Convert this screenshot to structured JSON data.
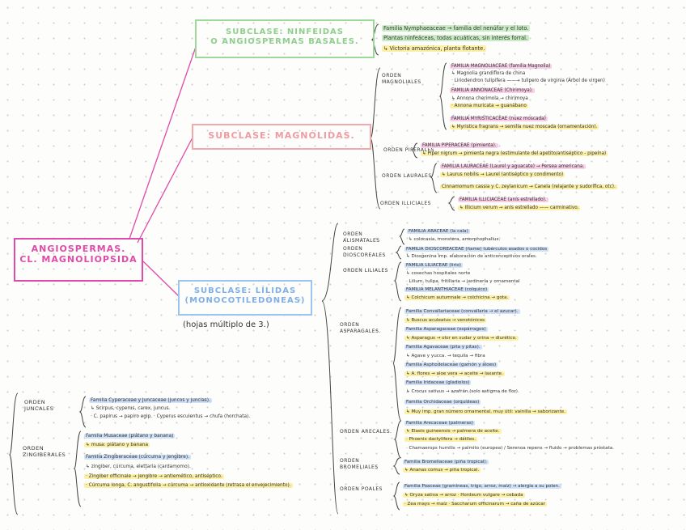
{
  "colors": {
    "pink": "#e04aa8",
    "green": "#9ed79c",
    "rose": "#f3a8ae",
    "blue": "#9cc4ef",
    "hl_green": "#c9ecc4",
    "hl_pink": "#f8cfe6",
    "hl_blue": "#cfe0f7",
    "hl_yellow": "#fbf0a6"
  },
  "root": {
    "line1": "ANGIOSPERMAS.",
    "line2": "CL. MAGNOLIOPSIDA"
  },
  "nin": {
    "line1": "SUBCLASE: NINFEIDAS",
    "line2": "O ANGIOSPERMAS BASALES.",
    "lines": [
      {
        "text": "Familia Nymphaeaceae → familia del nenúfar y el loto.",
        "hl": "green"
      },
      {
        "text": "Plantas ninfeáceas, todas acuáticas, sin interés forral.",
        "hl": "green"
      },
      {
        "text": "↳ Victoria amazónica, planta flotante.",
        "hl": "yellow"
      }
    ]
  },
  "mag": {
    "title": "SUBCLASE: MAGNÓLIDAS.",
    "orders": [
      {
        "name": "ORDEN MAGNOLIALES",
        "lines": [
          {
            "text": "FAMILIA MAGNOLIACEAE (familia Magnolia)",
            "hl": "pink"
          },
          {
            "text": "↳ Magnolia grandiflora de china",
            "hl": ""
          },
          {
            "text": "· Liriodendron tulipifera ——→ tulipero de virginia (Árbol de virgen)",
            "hl": ""
          },
          {
            "text": "FAMILIA ANNONACEAE (Chirimoya).",
            "hl": "pink"
          },
          {
            "text": "↳ Annona cherimola → chirimoya",
            "hl": ""
          },
          {
            "text": "· Annona muricata → guanábano",
            "hl": "yellow"
          },
          {
            "text": "FAMILIA MYRISTICACEAE (nuez moscada)",
            "hl": "pink"
          },
          {
            "text": "↳ Myristica fragrans → semilla nuez moscada (ornamentación).",
            "hl": "yellow"
          }
        ]
      },
      {
        "name": "ORDEN PIPERALES",
        "lines": [
          {
            "text": "FAMILIA PIPERACEAE (pimienta).",
            "hl": "pink"
          },
          {
            "text": "↳ Piper nigrum → pimienta negra (estimulante del apetito/antiséptico - pipeína)",
            "hl": "yellow"
          }
        ]
      },
      {
        "name": "ORDEN LAURALES",
        "lines": [
          {
            "text": "FAMILIA LAURACEAE (Laurel y aguacate) → Persea americana.",
            "hl": "pink"
          },
          {
            "text": "↳ Laurus nobilis → Laurel (antiséptico y condimento)",
            "hl": "yellow"
          },
          {
            "text": "Cinnamomum cassia y C. zeylanicum → Canela (relajante y sudorífica, otc).",
            "hl": "yellow"
          }
        ]
      },
      {
        "name": "ORDEN ILLICIALES",
        "lines": [
          {
            "text": "FAMILIA ILLICIACEAE (anís estrellado).",
            "hl": "pink"
          },
          {
            "text": "↳ Illicium verum → anís estrellado —— carminativo.",
            "hl": "yellow"
          }
        ]
      }
    ]
  },
  "lil": {
    "line1": "SUBCLASE: LÍLIDAS",
    "line2": "(MONOCOTILEDÓNEAS)",
    "note": "(hojas múltiplo de 3.)",
    "orders": [
      {
        "name": "ORDEN ALISMATALES",
        "lines": [
          {
            "text": "FAMILIA ARACEAE (la cala)",
            "hl": "blue"
          },
          {
            "text": "↳ colocasia, monstera, amorphophallus.",
            "hl": ""
          }
        ]
      },
      {
        "name": "ORDEN DIOSCOREALES",
        "lines": [
          {
            "text": "FAMILIA DIOSCOREACEAE (ñame) tubérculos asados o cocidos",
            "hl": "blue"
          },
          {
            "text": "↳ Diosgenina imp. elaboración de anticonceptivos orales.",
            "hl": ""
          }
        ]
      },
      {
        "name": "ORDEN LILIALES",
        "lines": [
          {
            "text": "FAMILIA LILIACEAE (lirio)",
            "hl": "blue"
          },
          {
            "text": "↳ cosechas hospitales norte",
            "hl": ""
          },
          {
            "text": "· Lilium, tulipa, fritillaria → jardinería y ornamental",
            "hl": ""
          },
          {
            "text": "FAMILIA MELANTHIACEAE (colquico)",
            "hl": "blue"
          },
          {
            "text": "↳ Colchicum autumnale → colchicina → gota.",
            "hl": "yellow"
          }
        ]
      },
      {
        "name": "ORDEN ASPARAGALES.",
        "lines": [
          {
            "text": "Familia Convallariaceae (convallaria → el azucar).",
            "hl": "blue"
          },
          {
            "text": "↳ Ruscus aculeatus → venotónicos",
            "hl": "yellow"
          },
          {
            "text": "Familia Asparagaceae (espárragos)",
            "hl": "blue"
          },
          {
            "text": "↳ Asparagus → olor en sudar y orina → diurético.",
            "hl": "yellow"
          },
          {
            "text": "Familia Agavaceae (pita y pitas).",
            "hl": "blue"
          },
          {
            "text": "↳ Agave y yucca. → tequila → fibra",
            "hl": ""
          },
          {
            "text": "Familia Asphodelaceae (gamón y áloes)",
            "hl": "blue"
          },
          {
            "text": "↳ A. flores → aloe vera → aceite → laxante.",
            "hl": "yellow"
          },
          {
            "text": "Familia Iridaceae (gladiolos)",
            "hl": "blue"
          },
          {
            "text": "↳ Crocus sativus → azafrán (solo estigma de flor).",
            "hl": ""
          },
          {
            "text": "Familia Orchidaceae (orquídeas)",
            "hl": "blue"
          },
          {
            "text": "↳ Muy imp. gran número ornamental, muy útil: vainilla → saborizante.",
            "hl": "yellow"
          }
        ]
      },
      {
        "name": "ORDEN ARECALES.",
        "lines": [
          {
            "text": "Familia Arecaceae (palmeras)",
            "hl": "blue"
          },
          {
            "text": "↳ Elaeis guineensis → palmera de aceite.",
            "hl": "yellow"
          },
          {
            "text": "· Phoenix dactylifera → dátiles.",
            "hl": "yellow"
          },
          {
            "text": "· Chamaerops humilis → palmito (europea) / Serenoa repens → fluido → problemas próstata.",
            "hl": ""
          }
        ]
      },
      {
        "name": "ORDEN BROMELIALES",
        "lines": [
          {
            "text": "Familia Bromeliaceae (piña tropical).",
            "hl": "blue"
          },
          {
            "text": "↳ Ananas comus → piña tropical.",
            "hl": "yellow"
          }
        ]
      },
      {
        "name": "ORDEN POALES",
        "lines": [
          {
            "text": "Familia Poaceae (gramíneas, trigo, arroz, maíz) → alergia a su polen.",
            "hl": "blue"
          },
          {
            "text": "↳ Oryza sativa → arroz  · Hordeum vulgare → cebada",
            "hl": "yellow"
          },
          {
            "text": "· Zea mays → maíz  · Saccharum officinarum → caña de azúcar",
            "hl": "yellow"
          }
        ]
      }
    ]
  },
  "left": {
    "orders": [
      {
        "name": "ORDEN JUNCALES",
        "lines": [
          {
            "text": "Familia Cyperaceae y Juncaceae (juncos y juncias).",
            "hl": "blue"
          },
          {
            "text": "↳ Scirpus, cyperus, carex, juncus.",
            "hl": ""
          },
          {
            "text": "· C. papirus → papiro egip.  · Cyperus esculentus → chufa (horchata).",
            "hl": ""
          }
        ]
      },
      {
        "name": "ORDEN ZINGIBERALES",
        "lines": [
          {
            "text": "Familia Musaceae (plátano y banana)",
            "hl": "blue"
          },
          {
            "text": "↳ musa: plátano y banana",
            "hl": "yellow"
          },
          {
            "text": "Familia Zingiberaceae (cúrcuma y jengibre).",
            "hl": "blue"
          },
          {
            "text": "↳ zingiber, cúrcuma, elettaria (cardamomo).",
            "hl": ""
          },
          {
            "text": "· Zingiber officinale → jengibre → antiemético, antiséptico.",
            "hl": "yellow"
          },
          {
            "text": "· Cúrcuma longa, C. angustifolia → cúrcuma → antioxidante (retrasa el envejecimiento).",
            "hl": "yellow"
          }
        ]
      }
    ]
  }
}
